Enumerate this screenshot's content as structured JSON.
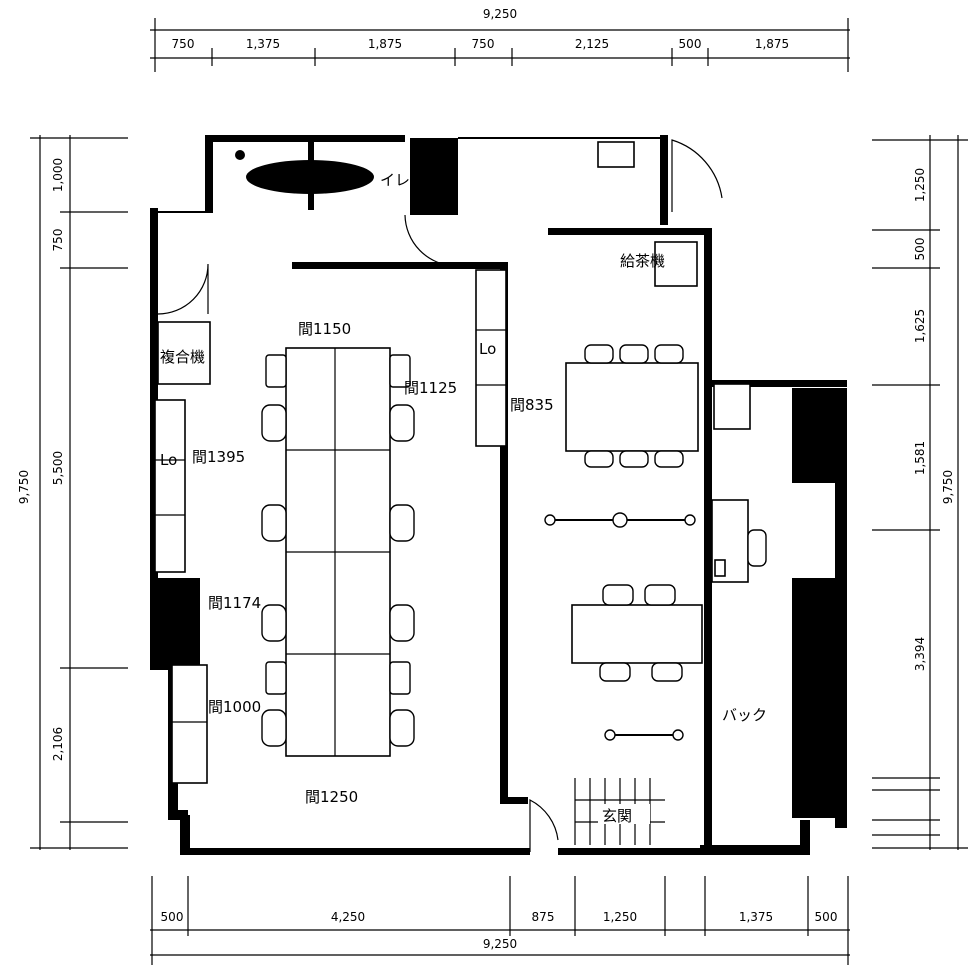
{
  "dimensions": {
    "top_total": "9,250",
    "top_segments": [
      "750",
      "1,375",
      "1,875",
      "750",
      "2,125",
      "500",
      "1,875"
    ],
    "bottom_total": "9,250",
    "bottom_segments": [
      "500",
      "4,250",
      "875",
      "1,250",
      "1,375",
      "500"
    ],
    "left_total": "9,750",
    "left_segments": [
      "1,000",
      "750",
      "5,500",
      "2,106"
    ],
    "right_total": "9,750",
    "right_segments": [
      "1,250",
      "500",
      "1,625",
      "1,581",
      "3,394"
    ]
  },
  "labels": {
    "gap_1150": "間1150",
    "gap_1125": "間1125",
    "gap_1395": "間1395",
    "gap_835": "間835",
    "gap_1174": "間1174",
    "gap_1000": "間1000",
    "gap_1250": "間1250",
    "multifunction_device": "複合機",
    "kitchenette": "給茶機",
    "locker_left": "Lo",
    "locker_right": "Lo",
    "back_room": "バック",
    "entrance": "玄関",
    "wc": "イレ"
  },
  "colors": {
    "ink": "#000000",
    "paper": "#ffffff"
  }
}
